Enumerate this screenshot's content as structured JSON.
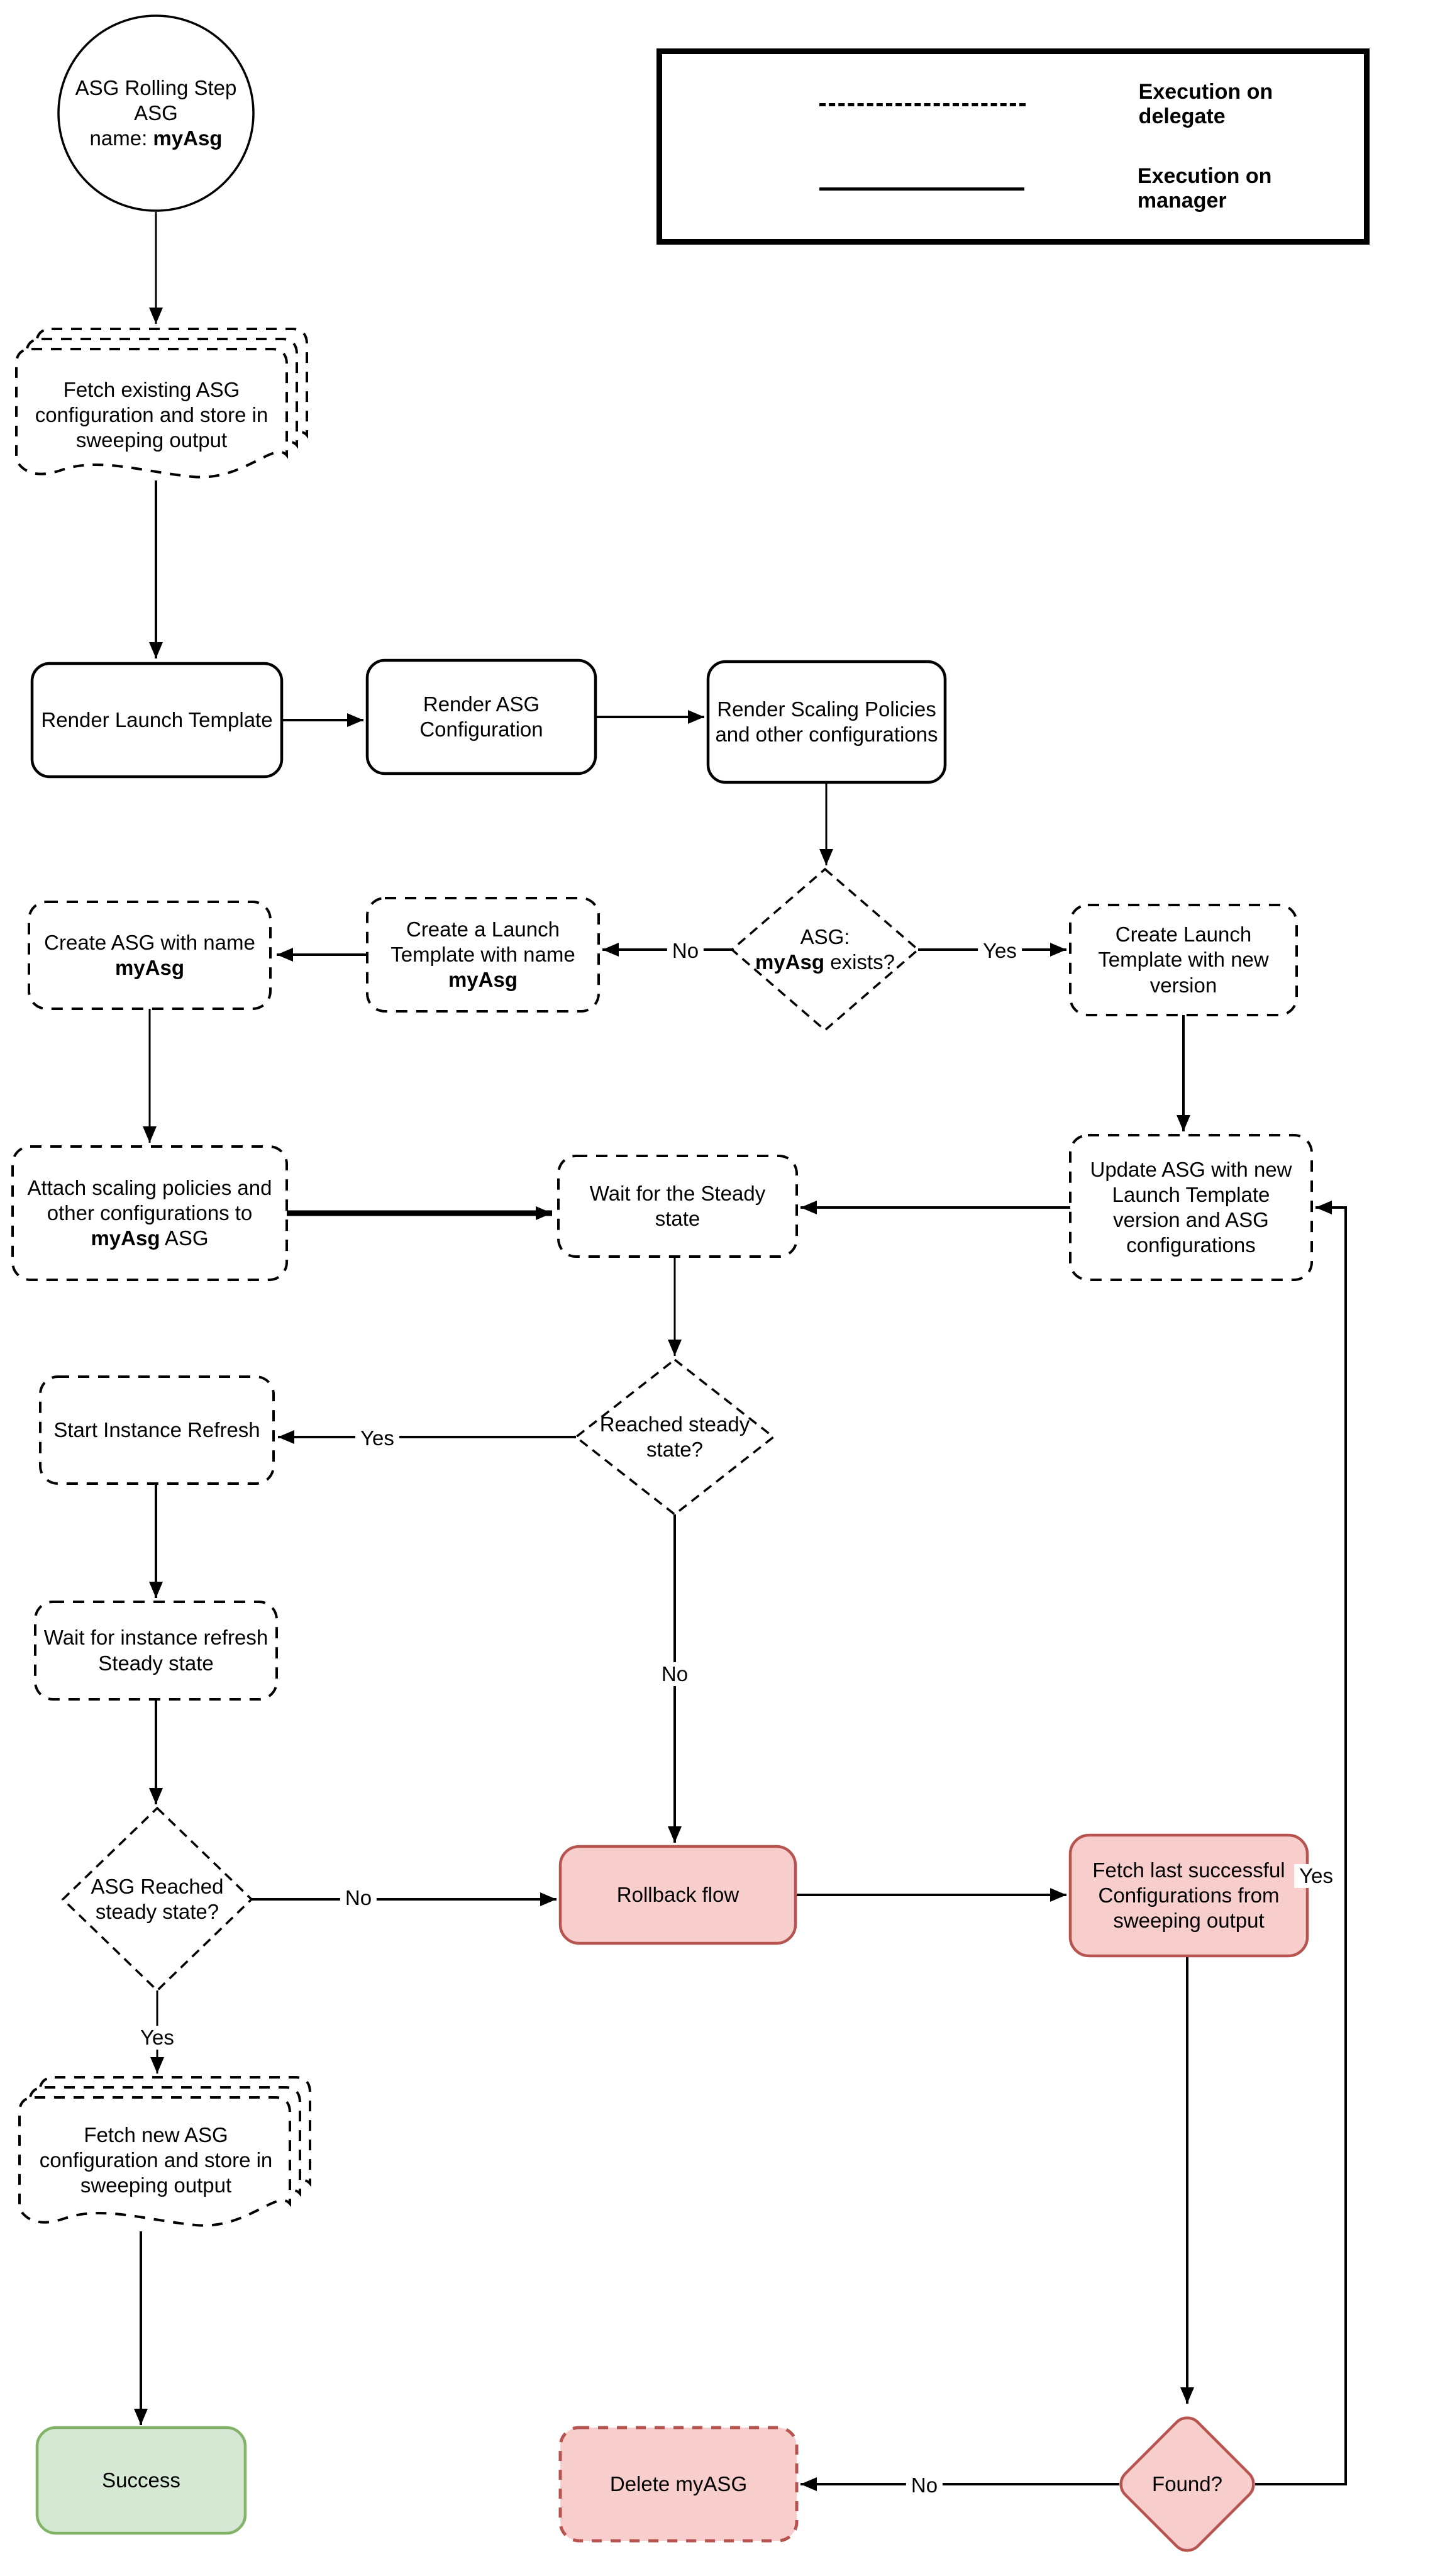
{
  "colors": {
    "danger_fill": "#f8cecc",
    "danger_border": "#b85450",
    "success_fill": "#d5e8d4",
    "success_border": "#82b366",
    "line": "#000000"
  },
  "legend": {
    "items": [
      {
        "style": "dashed",
        "label": "Execution on delegate"
      },
      {
        "style": "solid",
        "label": "Execution on manager"
      }
    ]
  },
  "nodes": {
    "start": {
      "line1": "ASG Rolling Step",
      "line2": "ASG",
      "line3_prefix": "name: ",
      "line3_bold": "myAsg"
    },
    "fetch_existing": {
      "label": "Fetch existing ASG configuration and store in sweeping output"
    },
    "render_launch_template": {
      "label": "Render Launch Template"
    },
    "render_asg_configuration": {
      "label": "Render ASG Configuration"
    },
    "render_scaling_policies": {
      "label": "Render Scaling Policies and other configurations"
    },
    "asg_exists": {
      "line1": "ASG:",
      "bold": "myAsg",
      "suffix": " exists?"
    },
    "create_launch_new_version": {
      "label": "Create Launch Template with new version"
    },
    "create_launch_template": {
      "prefix": "Create a Launch Template with name ",
      "bold": "myAsg"
    },
    "create_asg": {
      "prefix": "Create ASG with name ",
      "bold": "myAsg"
    },
    "attach_scaling": {
      "prefix": "Attach scaling policies and other configurations to ",
      "bold": "myAsg",
      "suffix": " ASG"
    },
    "wait_steady": {
      "label": "Wait for the Steady state"
    },
    "update_asg": {
      "label": "Update ASG with new Launch Template version and ASG configurations"
    },
    "reached_steady": {
      "label": "Reached steady state?"
    },
    "start_instance_refresh": {
      "label": "Start Instance Refresh"
    },
    "wait_instance_refresh": {
      "label": "Wait for instance refresh Steady state"
    },
    "asg_reached_steady": {
      "label": "ASG Reached steady state?"
    },
    "rollback": {
      "label": "Rollback flow"
    },
    "fetch_last_successful": {
      "label": "Fetch last successful Configurations from sweeping output"
    },
    "fetch_new_asg": {
      "label": "Fetch new ASG configuration and store in sweeping output"
    },
    "success": {
      "label": "Success"
    },
    "delete_myasg": {
      "label": "Delete myASG"
    },
    "found": {
      "label": "Found?"
    }
  },
  "edge_labels": {
    "asg_exists_no": "No",
    "asg_exists_yes": "Yes",
    "reached_yes": "Yes",
    "reached_no": "No",
    "asg_reached_no": "No",
    "asg_reached_yes": "Yes",
    "found_no": "No",
    "found_yes": "Yes"
  }
}
